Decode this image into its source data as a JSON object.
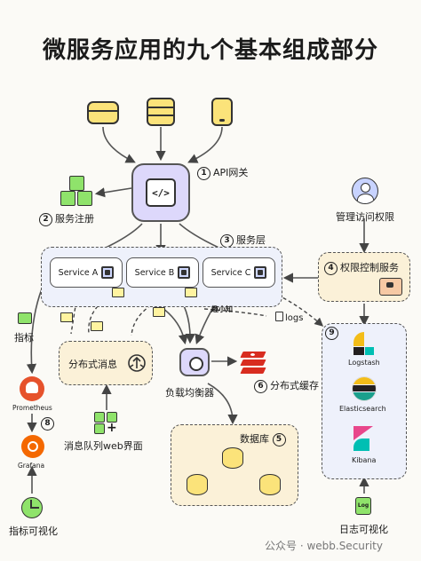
{
  "title": "微服务应用的九个基本组成部分",
  "components": {
    "api_gateway": {
      "num": "1",
      "label": "API网关"
    },
    "service_registry": {
      "num": "2",
      "label": "服务注册"
    },
    "service_layer": {
      "num": "3",
      "label": "服务层"
    },
    "auth_service": {
      "num": "4",
      "label": "权限控制服务"
    },
    "database": {
      "num": "5",
      "label": "数据库"
    },
    "distributed_cache": {
      "num": "6",
      "label": "分布式缓存"
    },
    "monitoring": {
      "num": "8"
    },
    "log_system": {
      "num": "9"
    }
  },
  "services": [
    "Service A",
    "Service B",
    "Service C"
  ],
  "labels": {
    "admin_access": "管理访问权限",
    "distributed_messaging": "分布式消息",
    "load_balancer": "负载均衡器",
    "mq_web_ui": "消息队列web界面",
    "metrics": "指标",
    "metrics_viz": "指标可视化",
    "logs": "logs",
    "log_viz": "日志可视化",
    "prometheus": "Prometheus",
    "grafana": "Grafana",
    "logstash": "Logstash",
    "elasticsearch": "Elasticsearch",
    "kibana": "Kibana",
    "log_icon_text": "Log",
    "author_mark": "趣小知"
  },
  "footer": {
    "account": "公众号 · webb.Security"
  },
  "colors": {
    "client_yellow": "#fbe37a",
    "gateway_purple": "#ddd8fb",
    "green": "#8fe36b",
    "service_layer_bg": "#eef1fb",
    "beige": "#fbf1d8",
    "prometheus": "#e6522c",
    "grafana": "#f46800",
    "logstash": "#f3bd19",
    "elasticsearch": "#1a9f8c",
    "kibana": "#e8478b",
    "redis": "#d82c20"
  }
}
